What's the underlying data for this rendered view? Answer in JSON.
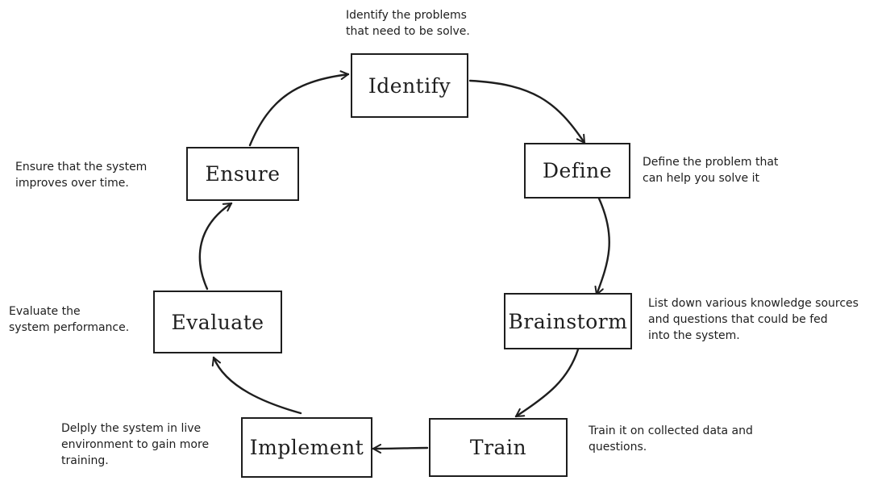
{
  "colors": {
    "ink": "#1e1e1e",
    "background": "#ffffff"
  },
  "nodes": {
    "identify": "Identify",
    "define": "Define",
    "brainstorm": "Brainstorm",
    "train": "Train",
    "implement": "Implement",
    "evaluate": "Evaluate",
    "ensure": "Ensure"
  },
  "notes": {
    "identify": [
      "Identify the problems",
      "that need to be solve."
    ],
    "define": [
      "Define the problem that",
      "can help you solve it"
    ],
    "brainstorm": [
      "List down various knowledge sources",
      "and questions that could be fed",
      "into the system."
    ],
    "train": [
      "Train it on collected data and",
      "questions."
    ],
    "implement": [
      "Delply the system in live",
      "environment to gain more",
      "training."
    ],
    "evaluate": [
      "Evaluate the",
      "system performance."
    ],
    "ensure": [
      "Ensure that the system",
      "improves over time."
    ]
  },
  "flow": [
    "Identify",
    "Define",
    "Brainstorm",
    "Train",
    "Implement",
    "Evaluate",
    "Ensure",
    "Identify"
  ]
}
